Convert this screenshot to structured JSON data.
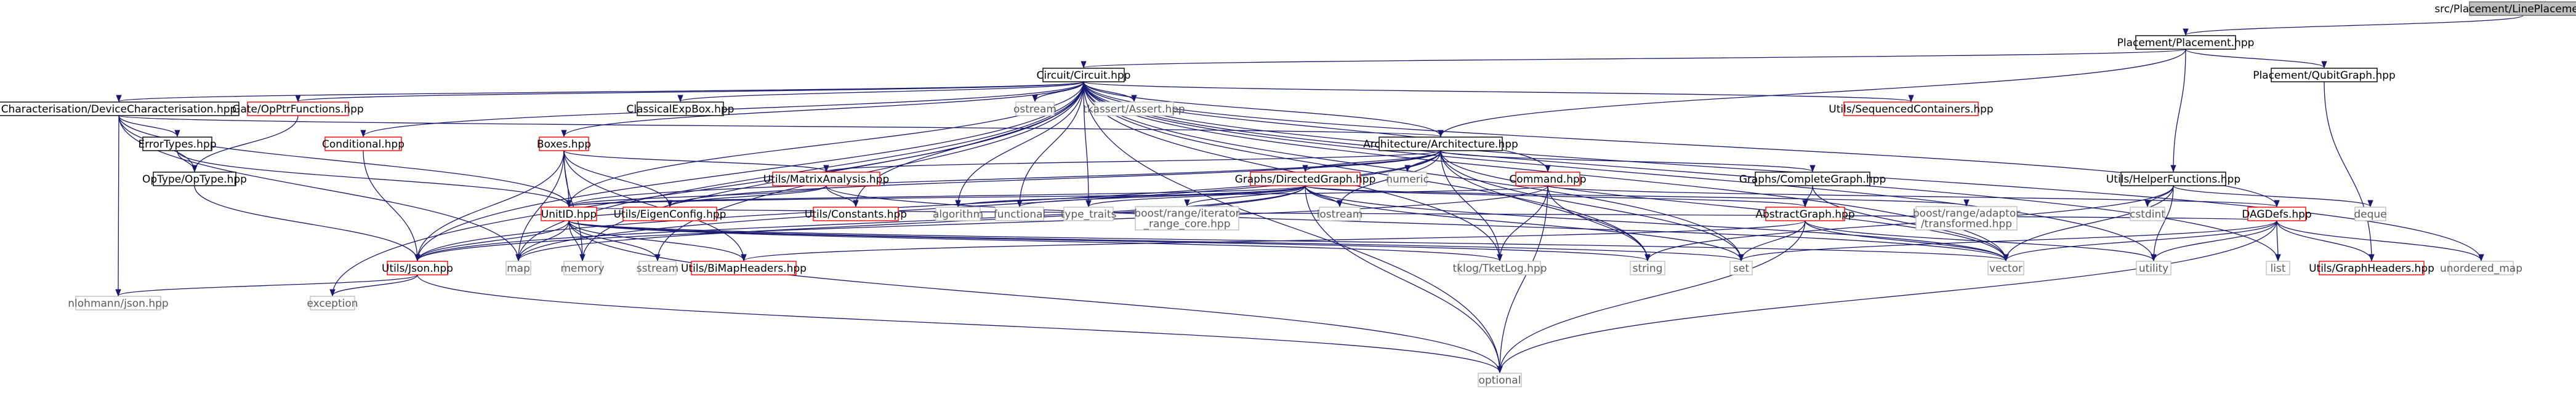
{
  "graph": {
    "root": "src/Placement/LinePlacement.cpp",
    "colors": {
      "edge": "#191970",
      "root_fill": "#bfbfbf",
      "node_fill": "#ffffff",
      "node_border": "#000000",
      "linked_border": "#bfbfbf",
      "missing_border": "#ff0000",
      "text": "#000000",
      "missing_text": "#000000"
    },
    "nodes": [
      {
        "id": "root",
        "label": "src/Placement/LinePlacement.cpp",
        "kind": "root"
      },
      {
        "id": "placement",
        "label": "Placement/Placement.hpp",
        "kind": "linked"
      },
      {
        "id": "utilshelper",
        "label": "Utils/HelperFunctions.hpp",
        "kind": "linked"
      },
      {
        "id": "circuit",
        "label": "Circuit/Circuit.hpp",
        "kind": "linked"
      },
      {
        "id": "architecture",
        "label": "Architecture/Architecture.hpp",
        "kind": "linked"
      },
      {
        "id": "qubitgraph",
        "label": "Placement/QubitGraph.hpp",
        "kind": "linked"
      },
      {
        "id": "devchar",
        "label": "Characterisation/DeviceCharacterisation.hpp",
        "kind": "linked"
      },
      {
        "id": "gateopptr",
        "label": "Gate/OpPtrFunctions.hpp",
        "kind": "missing"
      },
      {
        "id": "classicalexpbox",
        "label": "ClassicalExpBox.hpp",
        "kind": "linked"
      },
      {
        "id": "ostream",
        "label": "ostream",
        "kind": "system"
      },
      {
        "id": "tkassert",
        "label": "tkassert/Assert.hpp",
        "kind": "system"
      },
      {
        "id": "utilsseq",
        "label": "Utils/SequencedContainers.hpp",
        "kind": "missing"
      },
      {
        "id": "errortypes",
        "label": "ErrorTypes.hpp",
        "kind": "linked"
      },
      {
        "id": "optypehpp",
        "label": "OpType/OpType.hpp",
        "kind": "linked"
      },
      {
        "id": "conditional",
        "label": "Conditional.hpp",
        "kind": "missing"
      },
      {
        "id": "boxes",
        "label": "Boxes.hpp",
        "kind": "missing"
      },
      {
        "id": "utilsmatrix",
        "label": "Utils/MatrixAnalysis.hpp",
        "kind": "missing"
      },
      {
        "id": "graphsdirected",
        "label": "Graphs/DirectedGraph.hpp",
        "kind": "missing"
      },
      {
        "id": "numeric",
        "label": "numeric",
        "kind": "system"
      },
      {
        "id": "command",
        "label": "Command.hpp",
        "kind": "missing"
      },
      {
        "id": "graphscomplete",
        "label": "Graphs/CompleteGraph.hpp",
        "kind": "linked"
      },
      {
        "id": "unitid",
        "label": "UnitID.hpp",
        "kind": "missing"
      },
      {
        "id": "utilseigen",
        "label": "Utils/EigenConfig.hpp",
        "kind": "missing"
      },
      {
        "id": "utilsconstants",
        "label": "Utils/Constants.hpp",
        "kind": "missing"
      },
      {
        "id": "algorithm",
        "label": "algorithm",
        "kind": "system"
      },
      {
        "id": "functional",
        "label": "functional",
        "kind": "system"
      },
      {
        "id": "typetraits",
        "label": "type_traits",
        "kind": "system"
      },
      {
        "id": "boostiterator",
        "label": "boost/range/iterator\n_range_core.hpp",
        "kind": "system"
      },
      {
        "id": "iostream",
        "label": "iostream",
        "kind": "system"
      },
      {
        "id": "abstractgraph",
        "label": "AbstractGraph.hpp",
        "kind": "missing"
      },
      {
        "id": "boostadaptor",
        "label": "boost/range/adaptor\n/transformed.hpp",
        "kind": "system"
      },
      {
        "id": "cstdint",
        "label": "cstdint",
        "kind": "system"
      },
      {
        "id": "dagdefs",
        "label": "DAGDefs.hpp",
        "kind": "missing"
      },
      {
        "id": "deque",
        "label": "deque",
        "kind": "system"
      },
      {
        "id": "utilsjson",
        "label": "Utils/Json.hpp",
        "kind": "missing"
      },
      {
        "id": "map",
        "label": "map",
        "kind": "system"
      },
      {
        "id": "memory",
        "label": "memory",
        "kind": "system"
      },
      {
        "id": "sstream",
        "label": "sstream",
        "kind": "system"
      },
      {
        "id": "utilsbimap",
        "label": "Utils/BiMapHeaders.hpp",
        "kind": "missing"
      },
      {
        "id": "tklog",
        "label": "tklog/TketLog.hpp",
        "kind": "system"
      },
      {
        "id": "string",
        "label": "string",
        "kind": "system"
      },
      {
        "id": "set",
        "label": "set",
        "kind": "system"
      },
      {
        "id": "vector",
        "label": "vector",
        "kind": "system"
      },
      {
        "id": "utility",
        "label": "utility",
        "kind": "system"
      },
      {
        "id": "list",
        "label": "list",
        "kind": "system"
      },
      {
        "id": "utilsgraphheaders",
        "label": "Utils/GraphHeaders.hpp",
        "kind": "missing"
      },
      {
        "id": "unorderedmap",
        "label": "unordered_map",
        "kind": "system"
      },
      {
        "id": "nlohmann",
        "label": "nlohmann/json.hpp",
        "kind": "system"
      },
      {
        "id": "exception",
        "label": "exception",
        "kind": "system"
      },
      {
        "id": "optional",
        "label": "optional",
        "kind": "system"
      }
    ],
    "edges": [
      [
        "root",
        "placement"
      ],
      [
        "placement",
        "circuit"
      ],
      [
        "placement",
        "architecture"
      ],
      [
        "placement",
        "qubitgraph"
      ],
      [
        "placement",
        "utilshelper"
      ],
      [
        "circuit",
        "devchar"
      ],
      [
        "circuit",
        "gateopptr"
      ],
      [
        "circuit",
        "conditional"
      ],
      [
        "circuit",
        "boxes"
      ],
      [
        "circuit",
        "classicalexpbox"
      ],
      [
        "circuit",
        "ostream"
      ],
      [
        "circuit",
        "tkassert"
      ],
      [
        "circuit",
        "utilsseq"
      ],
      [
        "circuit",
        "architecture"
      ],
      [
        "circuit",
        "command"
      ],
      [
        "circuit",
        "dagdefs"
      ],
      [
        "circuit",
        "utilsjson"
      ],
      [
        "circuit",
        "map"
      ],
      [
        "circuit",
        "memory"
      ],
      [
        "circuit",
        "sstream"
      ],
      [
        "circuit",
        "unitid"
      ],
      [
        "circuit",
        "utilsconstants"
      ],
      [
        "circuit",
        "algorithm"
      ],
      [
        "circuit",
        "functional"
      ],
      [
        "circuit",
        "typetraits"
      ],
      [
        "circuit",
        "exception"
      ],
      [
        "circuit",
        "list"
      ],
      [
        "circuit",
        "set"
      ],
      [
        "circuit",
        "string"
      ],
      [
        "circuit",
        "vector"
      ],
      [
        "circuit",
        "utility"
      ],
      [
        "circuit",
        "unorderedmap"
      ],
      [
        "circuit",
        "tklog"
      ],
      [
        "circuit",
        "optional"
      ],
      [
        "devchar",
        "errortypes"
      ],
      [
        "devchar",
        "optypehpp"
      ],
      [
        "devchar",
        "architecture"
      ],
      [
        "devchar",
        "nlohmann"
      ],
      [
        "devchar",
        "map"
      ],
      [
        "devchar",
        "unitid"
      ],
      [
        "errortypes",
        "optypehpp"
      ],
      [
        "errortypes",
        "unitid"
      ],
      [
        "gateopptr",
        "optypehpp"
      ],
      [
        "optypehpp",
        "utilsjson"
      ],
      [
        "conditional",
        "utilsjson"
      ],
      [
        "boxes",
        "utilsmatrix"
      ],
      [
        "boxes",
        "unitid"
      ],
      [
        "boxes",
        "utilseigen"
      ],
      [
        "boxes",
        "utilsjson"
      ],
      [
        "boxes",
        "memory"
      ],
      [
        "boxes",
        "map"
      ],
      [
        "boxes",
        "utilsbimap"
      ],
      [
        "architecture",
        "utilsmatrix"
      ],
      [
        "architecture",
        "graphsdirected"
      ],
      [
        "architecture",
        "numeric"
      ],
      [
        "architecture",
        "graphscomplete"
      ],
      [
        "architecture",
        "unitid"
      ],
      [
        "architecture",
        "utilseigen"
      ],
      [
        "architecture",
        "map"
      ],
      [
        "architecture",
        "iostream"
      ],
      [
        "architecture",
        "string"
      ],
      [
        "architecture",
        "set"
      ],
      [
        "architecture",
        "vector"
      ],
      [
        "architecture",
        "tklog"
      ],
      [
        "architecture",
        "utilsjson"
      ],
      [
        "utilsmatrix",
        "utilseigen"
      ],
      [
        "utilsmatrix",
        "utilsconstants"
      ],
      [
        "utilsmatrix",
        "unitid"
      ],
      [
        "utilsmatrix",
        "vector"
      ],
      [
        "graphsdirected",
        "abstractgraph"
      ],
      [
        "graphsdirected",
        "algorithm"
      ],
      [
        "graphsdirected",
        "functional"
      ],
      [
        "graphsdirected",
        "typetraits"
      ],
      [
        "graphsdirected",
        "boostiterator"
      ],
      [
        "graphsdirected",
        "iostream"
      ],
      [
        "graphsdirected",
        "boostadaptor"
      ],
      [
        "graphsdirected",
        "map"
      ],
      [
        "graphsdirected",
        "set"
      ],
      [
        "graphsdirected",
        "vector"
      ],
      [
        "graphsdirected",
        "utilsjson"
      ],
      [
        "graphsdirected",
        "optional"
      ],
      [
        "graphsdirected",
        "unitid"
      ],
      [
        "command",
        "dagdefs"
      ],
      [
        "command",
        "unitid"
      ],
      [
        "command",
        "tklog"
      ],
      [
        "command",
        "string"
      ],
      [
        "command",
        "optional"
      ],
      [
        "command",
        "utilsjson"
      ],
      [
        "graphscomplete",
        "abstractgraph"
      ],
      [
        "graphscomplete",
        "vector"
      ],
      [
        "abstractgraph",
        "utilsbimap"
      ],
      [
        "abstractgraph",
        "set"
      ],
      [
        "abstractgraph",
        "vector"
      ],
      [
        "abstractgraph",
        "optional"
      ],
      [
        "abstractgraph",
        "utility"
      ],
      [
        "utilshelper",
        "cstdint"
      ],
      [
        "utilshelper",
        "deque"
      ],
      [
        "utilshelper",
        "vector"
      ],
      [
        "utilshelper",
        "utility"
      ],
      [
        "utilshelper",
        "string"
      ],
      [
        "qubitgraph",
        "utilsgraphheaders"
      ],
      [
        "dagdefs",
        "list"
      ],
      [
        "dagdefs",
        "set"
      ],
      [
        "dagdefs",
        "vector"
      ],
      [
        "dagdefs",
        "utility"
      ],
      [
        "dagdefs",
        "utilsgraphheaders"
      ],
      [
        "dagdefs",
        "unorderedmap"
      ],
      [
        "dagdefs",
        "optional"
      ],
      [
        "dagdefs",
        "unitid"
      ],
      [
        "unitid",
        "utilsjson"
      ],
      [
        "unitid",
        "map"
      ],
      [
        "unitid",
        "memory"
      ],
      [
        "unitid",
        "sstream"
      ],
      [
        "unitid",
        "utilsbimap"
      ],
      [
        "unitid",
        "string"
      ],
      [
        "unitid",
        "set"
      ],
      [
        "unitid",
        "vector"
      ],
      [
        "unitid",
        "tklog"
      ],
      [
        "unitid",
        "optional"
      ],
      [
        "unitid",
        "utilseigen"
      ],
      [
        "utilsjson",
        "nlohmann"
      ],
      [
        "utilsjson",
        "exception"
      ],
      [
        "utilsjson",
        "optional"
      ]
    ]
  }
}
